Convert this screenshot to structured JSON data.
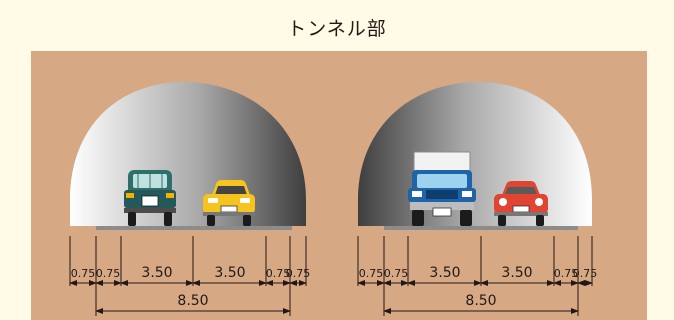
{
  "title": "トンネル部",
  "colors": {
    "background": "#fffbe7",
    "ground": "#d6a984",
    "tunnel_dark": "#4c4c4c",
    "tunnel_light": "#f4f4f4",
    "car_green": "#2e6f6c",
    "car_yellow": "#f6c41e",
    "truck_blue": "#1f64a8",
    "car_red": "#e04532"
  },
  "tunnels": [
    {
      "name": "left-tunnel",
      "segments": [
        "0.75",
        "0.75",
        "3.50",
        "3.50",
        "0.75",
        "0.75"
      ],
      "total": "8.50",
      "vehicles": [
        "suv-rear",
        "car-front"
      ]
    },
    {
      "name": "right-tunnel",
      "segments": [
        "0.75",
        "0.75",
        "3.50",
        "3.50",
        "0.75",
        "0.75"
      ],
      "total": "8.50",
      "vehicles": [
        "truck-front",
        "car-front"
      ]
    }
  ]
}
